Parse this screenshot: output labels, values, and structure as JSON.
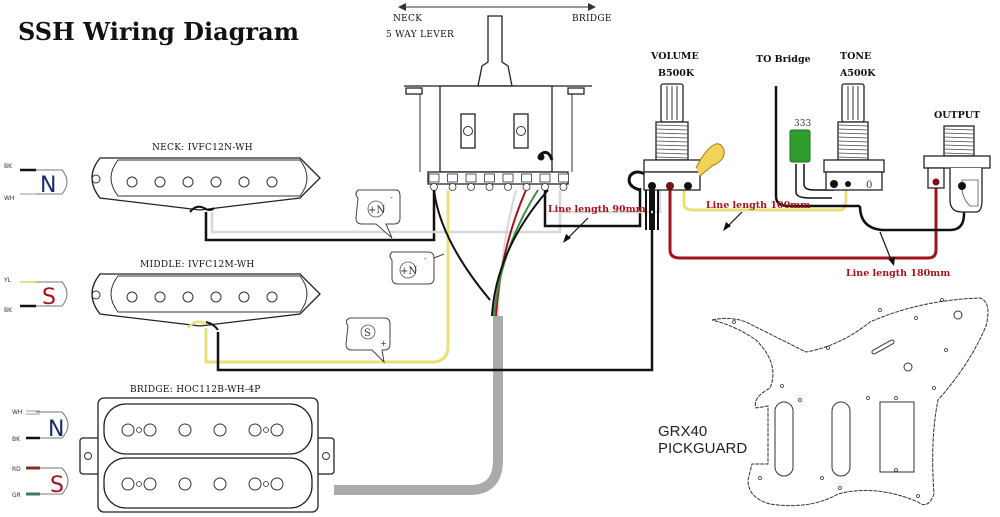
{
  "title": "SSH Wiring Diagram",
  "switch": {
    "direction_left": "NECK",
    "direction_right": "BRIDGE",
    "label": "5 WAY LEVER"
  },
  "pickups": {
    "neck": {
      "label": "NECK: IVFC12N-WH",
      "polarity": "N",
      "polarity_color": "#1a2a6b",
      "leads": [
        "BK",
        "WH"
      ]
    },
    "middle": {
      "label": "MIDDLE: IVFC12M-WH",
      "polarity": "S",
      "polarity_color": "#a0141e",
      "leads": [
        "YL",
        "BK"
      ]
    },
    "bridge": {
      "label": "BRIDGE: HOC112B-WH-4P",
      "coils": [
        {
          "polarity": "N",
          "polarity_color": "#1a2a6b",
          "leads": [
            "WH",
            "BK"
          ]
        },
        {
          "polarity": "S",
          "polarity_color": "#a0141e",
          "leads": [
            "RD",
            "GR"
          ]
        }
      ]
    }
  },
  "controls": {
    "volume": {
      "label": "VOLUME",
      "value": "B500K"
    },
    "tone": {
      "label": "TONE",
      "value": "A500K"
    },
    "capacitor": {
      "label": "333",
      "color": "#2f9e2f"
    },
    "to_bridge": "TO Bridge",
    "output": "OUTPUT"
  },
  "wire_lengths": [
    {
      "label": "Line length 90mm"
    },
    {
      "label": "Line length 100mm"
    },
    {
      "label": "Line length 180mm"
    }
  ],
  "callouts": [
    {
      "symbol": "+N",
      "note": "-"
    },
    {
      "symbol": "+N",
      "note": "-"
    },
    {
      "symbol": "S",
      "note": "+"
    }
  ],
  "pickguard": {
    "line1": "GRX40",
    "line2": "PICKGUARD"
  },
  "colors": {
    "wire_black": "#111111",
    "wire_white": "#d8d8d8",
    "wire_yellow": "#e8e07a",
    "wire_red": "#a0141e",
    "wire_green": "#3f8f3f",
    "cable_gray": "#aaaaaa"
  }
}
